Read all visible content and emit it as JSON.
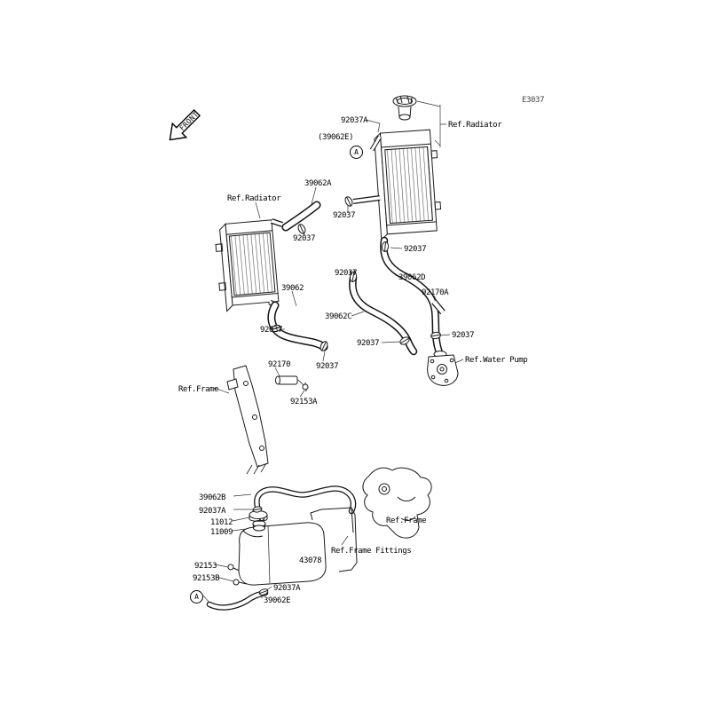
{
  "diagram": {
    "code": "E3037",
    "front_label": "FRONT",
    "detail_marker": "A",
    "line_color": "#1a1a1a",
    "background": "#ffffff"
  },
  "labels": [
    {
      "text": "92037A"
    },
    {
      "text": "(39062E)"
    },
    {
      "text": "Ref.Radiator"
    },
    {
      "text": "39062A"
    },
    {
      "text": "92037"
    },
    {
      "text": "Ref.Radiator"
    },
    {
      "text": "92037"
    },
    {
      "text": "92037"
    },
    {
      "text": "92037"
    },
    {
      "text": "39062D"
    },
    {
      "text": "92170A"
    },
    {
      "text": "39062"
    },
    {
      "text": "39062C"
    },
    {
      "text": "92037"
    },
    {
      "text": "92037"
    },
    {
      "text": "92037"
    },
    {
      "text": "Ref.Water Pump"
    },
    {
      "text": "92170"
    },
    {
      "text": "92037"
    },
    {
      "text": "Ref.Frame"
    },
    {
      "text": "92153A"
    },
    {
      "text": "39062B"
    },
    {
      "text": "92037A"
    },
    {
      "text": "11012"
    },
    {
      "text": "11009"
    },
    {
      "text": "Ref.Frame"
    },
    {
      "text": "Ref.Frame Fittings"
    },
    {
      "text": "43078"
    },
    {
      "text": "92153"
    },
    {
      "text": "92153B"
    },
    {
      "text": "92037A"
    },
    {
      "text": "39062E"
    }
  ]
}
